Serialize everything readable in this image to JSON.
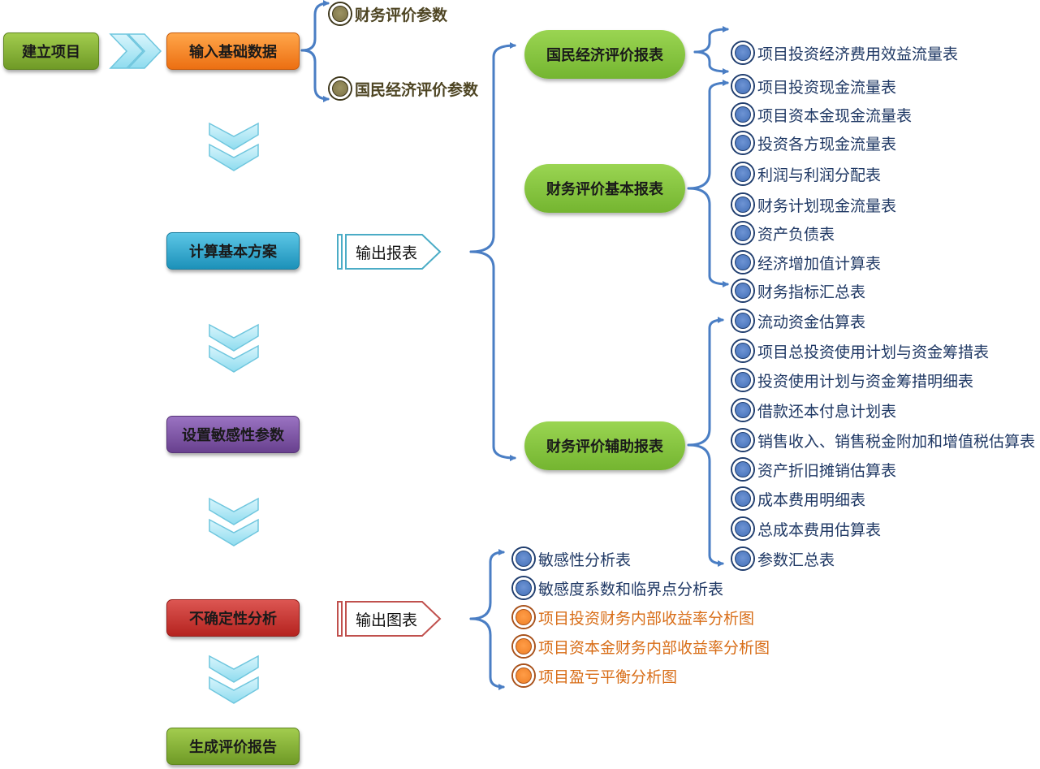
{
  "steps": {
    "create_project": "建立项目",
    "input_basic_data": "输入基础数据",
    "calc_basic_plan": "计算基本方案",
    "set_sensitivity": "设置敏感性参数",
    "uncertainty_analysis": "不确定性分析",
    "generate_report": "生成评价报告"
  },
  "input_params": [
    "财务评价参数",
    "国民经济评价参数"
  ],
  "output_reports_label": "输出报表",
  "output_charts_label": "输出图表",
  "report_groups": {
    "national": {
      "title": "国民经济评价报表",
      "items": [
        "项目投资经济费用效益流量表"
      ]
    },
    "financial_basic": {
      "title": "财务评价基本报表",
      "items": [
        "项目投资现金流量表",
        "项目资本金现金流量表",
        "投资各方现金流量表",
        "利润与利润分配表",
        "财务计划现金流量表",
        "资产负债表",
        "经济增加值计算表",
        "财务指标汇总表"
      ]
    },
    "financial_aux": {
      "title": "财务评价辅助报表",
      "items": [
        "流动资金估算表",
        "项目总投资使用计划与资金筹措表",
        "投资使用计划与资金筹措明细表",
        "借款还本付息计划表",
        "销售收入、销售税金附加和增值税估算表",
        "资产折旧摊销估算表",
        "成本费用明细表",
        "总成本费用估算表",
        "参数汇总表"
      ]
    }
  },
  "chart_outputs": [
    {
      "label": "敏感性分析表",
      "kind": "table"
    },
    {
      "label": "敏感度系数和临界点分析表",
      "kind": "table"
    },
    {
      "label": "项目投资财务内部收益率分析图",
      "kind": "chart"
    },
    {
      "label": "项目资本金财务内部收益率分析图",
      "kind": "chart"
    },
    {
      "label": "项目盈亏平衡分析图",
      "kind": "chart"
    }
  ],
  "colors": {
    "connector": "#4a7ec4",
    "table_text": "#1f3864",
    "chart_text": "#d86d17",
    "param_text": "#4e4523",
    "report_tag_border": "#4bacc6",
    "chart_tag_border": "#c0504d"
  }
}
